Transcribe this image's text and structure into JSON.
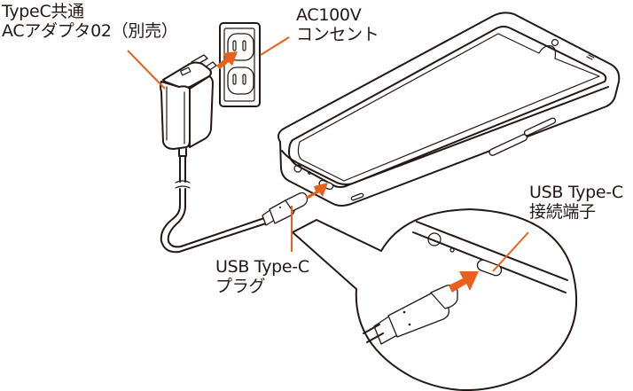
{
  "labels": {
    "adapter": {
      "line1": "TypeC共通",
      "line2": "ACアダプタ02（別売）"
    },
    "outlet": {
      "line1": "AC100V",
      "line2": "コンセント"
    },
    "plug": {
      "line1": "USB Type-C",
      "line2": "プラグ"
    },
    "port": {
      "line1": "USB Type-C",
      "line2": "接続端子"
    }
  },
  "icons": {
    "adapter": "ac-adapter-icon",
    "outlet": "wall-outlet-icon",
    "phone": "smartphone-icon",
    "plug": "usb-c-plug-icon",
    "arrow": "insert-arrow-icon",
    "magnifier": "detail-magnifier-circle"
  },
  "colors": {
    "accent": "#e8601a",
    "line": "#231815",
    "background": "#ffffff"
  }
}
